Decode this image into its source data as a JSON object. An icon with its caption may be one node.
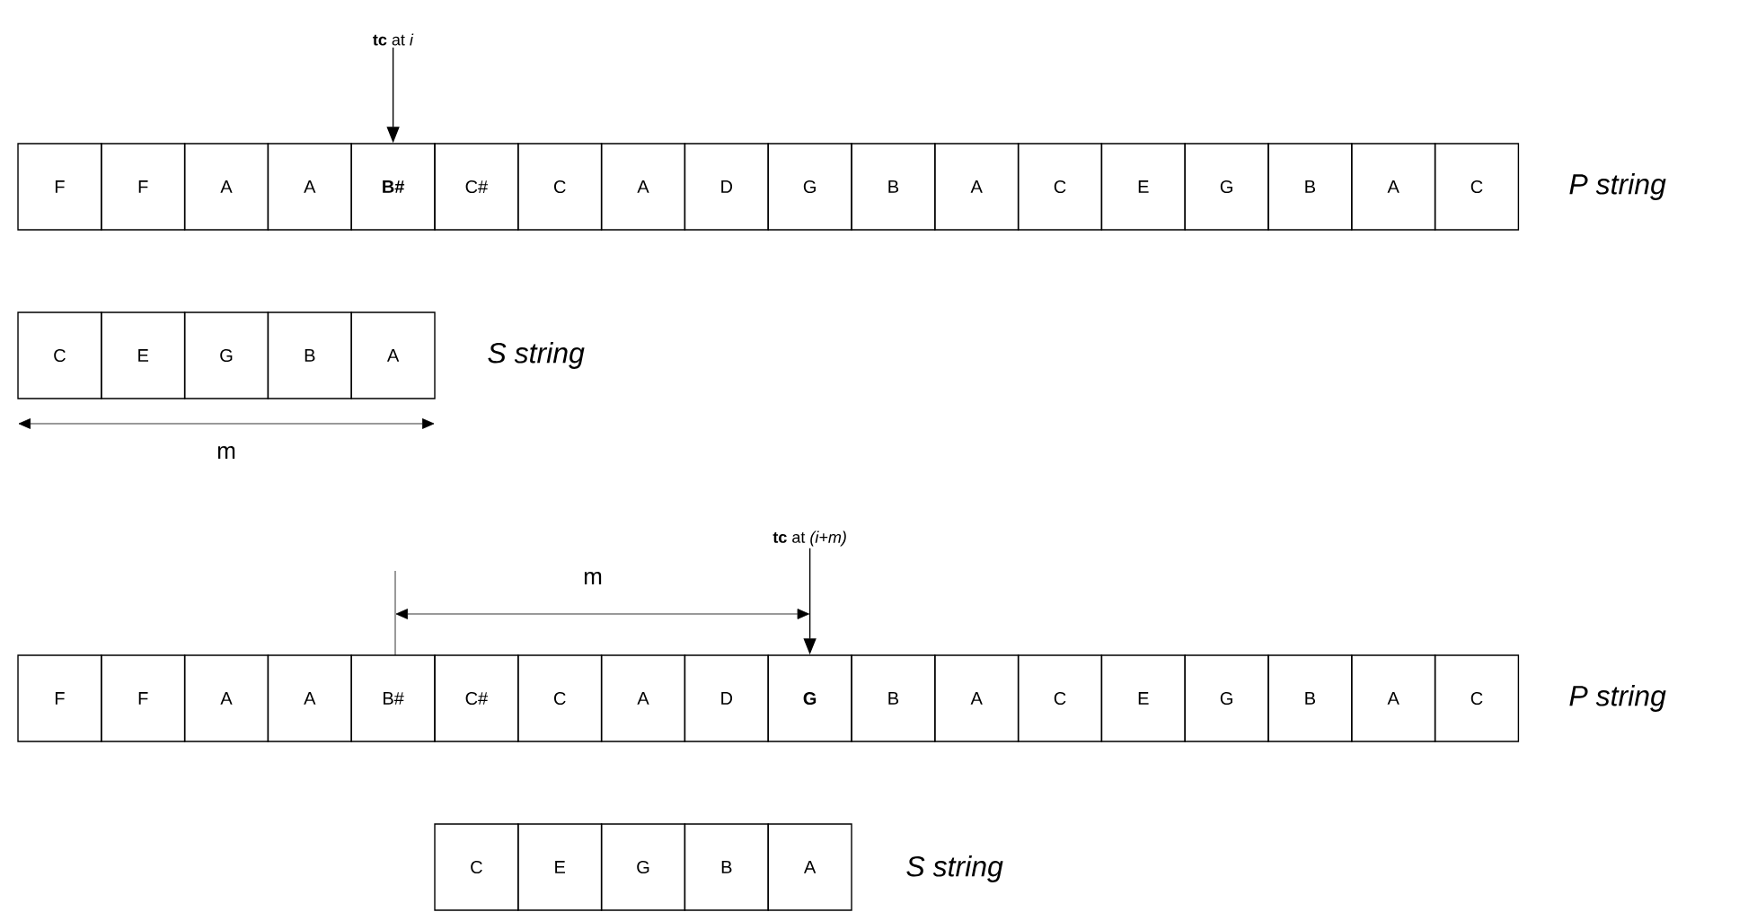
{
  "diagram": {
    "nodes": [
      {
        "text": [
          "**tc** at *i*"
        ]
      },
      {
        "text": [
          "F"
        ]
      },
      {
        "text": [
          "F"
        ]
      },
      {
        "text": [
          "A"
        ]
      },
      {
        "text": [
          "A"
        ]
      },
      {
        "text": [
          "B#"
        ]
      },
      {
        "text": [
          "C#"
        ]
      },
      {
        "text": [
          "C"
        ]
      },
      {
        "text": [
          "A"
        ]
      },
      {
        "text": [
          "D"
        ]
      },
      {
        "text": [
          "G"
        ]
      },
      {
        "text": [
          "B"
        ]
      },
      {
        "text": [
          "A"
        ]
      },
      {
        "text": [
          "C"
        ]
      },
      {
        "text": [
          "E"
        ]
      },
      {
        "text": [
          "G"
        ]
      },
      {
        "text": [
          "B"
        ]
      },
      {
        "text": [
          "A"
        ]
      },
      {
        "text": [
          "C"
        ]
      },
      {
        "text": [
          "C"
        ]
      },
      {
        "text": [
          "E"
        ]
      },
      {
        "text": [
          "G"
        ]
      },
      {
        "text": [
          "B"
        ]
      },
      {
        "text": [
          "A"
        ]
      },
      {
        "text": [
          "**tc** at *(i+m)*"
        ]
      },
      {
        "text": [
          "F"
        ]
      },
      {
        "text": [
          "F"
        ]
      },
      {
        "text": [
          "A"
        ]
      },
      {
        "text": [
          "A"
        ]
      },
      {
        "text": [
          "B#"
        ]
      },
      {
        "text": [
          "C#"
        ]
      },
      {
        "text": [
          "C"
        ]
      },
      {
        "text": [
          "A"
        ]
      },
      {
        "text": [
          "D"
        ]
      },
      {
        "text": [
          "G"
        ]
      },
      {
        "text": [
          "B"
        ]
      },
      {
        "text": [
          "A"
        ]
      },
      {
        "text": [
          "C"
        ]
      },
      {
        "text": [
          "E"
        ]
      },
      {
        "text": [
          "G"
        ]
      },
      {
        "text": [
          "B"
        ]
      },
      {
        "text": [
          "A"
        ]
      },
      {
        "text": [
          "C"
        ]
      },
      {
        "text": [
          "C"
        ]
      },
      {
        "text": [
          "E"
        ]
      },
      {
        "text": [
          "G"
        ]
      },
      {
        "text": [
          "B"
        ]
      },
      {
        "text": [
          "A"
        ]
      }
    ],
    "edges": [
      {
        "from": 0,
        "to": 5,
        "arrow": "to"
      },
      {
        "from": 24,
        "to": 34,
        "arrow": "to"
      }
    ],
    "labels": [
      "P string",
      "S string",
      "m",
      "m",
      "P string",
      "S string"
    ]
  }
}
